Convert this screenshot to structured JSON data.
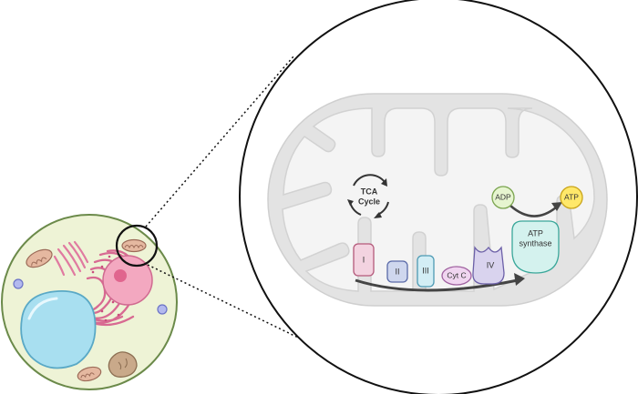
{
  "labels": {
    "tca_line1": "TCA",
    "tca_line2": "Cycle",
    "adp": "ADP",
    "atp": "ATP",
    "atp_synthase_line1": "ATP",
    "atp_synthase_line2": "synthase",
    "complex_1": "I",
    "complex_2": "II",
    "complex_3": "III",
    "cyt_c": "Cyt C",
    "complex_4": "IV"
  },
  "colors": {
    "cell_fill": "#eef3d6",
    "cell_border": "#6b8a4a",
    "nucleus": "#a8dff0",
    "nucleolus_region": "#f3a8c0",
    "mito_outer": "#e3e3e3",
    "mito_matrix": "#f4f4f4",
    "complex_1": "#f3d3e0",
    "complex_2": "#cfd7ee",
    "complex_3": "#d3eef5",
    "cyt_c": "#f0d5f0",
    "complex_4": "#d9d3ee",
    "atp_synthase": "#d4f2ee",
    "adp": "#e6f5d0",
    "atp": "#ffe86a"
  }
}
